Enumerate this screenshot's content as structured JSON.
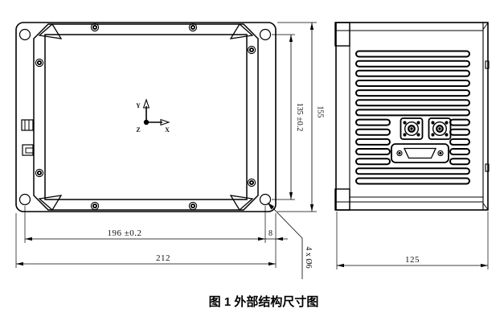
{
  "caption": "图 1 外部结构尺寸图",
  "front_view": {
    "axes": {
      "x": "X",
      "y": "Y",
      "z": "Z"
    },
    "dimensions": {
      "width_holes": "196 ±0.2",
      "edge_offset": "8",
      "width_total": "212",
      "height_holes": "135 ±0.2",
      "height_total": "155",
      "hole_callout": "4 x Ø6"
    }
  },
  "side_view": {
    "dimensions": {
      "depth": "125"
    }
  }
}
